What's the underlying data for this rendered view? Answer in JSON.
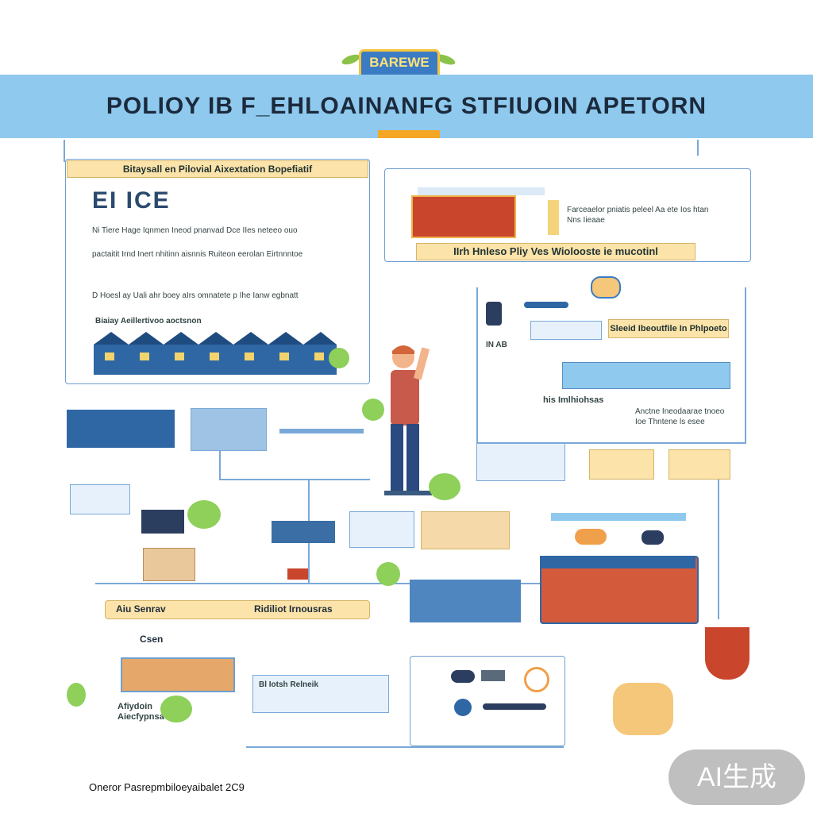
{
  "logo": {
    "text": "BAREWE"
  },
  "header": {
    "title": "POLIOY IB F_EHLOAINANFG STFIUOIN APETORN"
  },
  "left_panel": {
    "header": "Bitaysall en Pilovial Aixextation Bopefiatif",
    "big_label": "EI ICE",
    "para1": "Ni Tiere Hage Iqnmen Ineod pnanvad Dce IIes neteeo ouo",
    "para2": "pactaitit Irnd Inert nhitinn aisnnis Ruiteon eerolan Eirtnnntoe",
    "para3": "D Hoesl ay Uali ahr boey aIrs omnatete p Ihe Ianw egbnatt",
    "houses_label": "Biaiay Aeillertivoo aoctsnon"
  },
  "right_top_panel": {
    "caption": "IIrh Hnleso Pliy Ves Wiolooste ie mucotinl",
    "side_text": "Farceaelor pniatis peleel Aa ete Ios htan Nns Iieaae"
  },
  "right_mid": {
    "label_left": "IN AB",
    "card_caption": "Sleeid Ibeoutfile In Phlpoeto",
    "label_his": "his Imlhiohsas",
    "notes": "Anctne Ineodaarae tnoeo Ioe Thntene ls esee"
  },
  "bottom_panel": {
    "header_left": "Aiu Senrav",
    "header_right": "Ridiliot Irnousras",
    "label_csen": "Csen",
    "label_afh": "Afiydoin Aiecfypnsa",
    "label_blob": "Bl Iotsh Relneik"
  },
  "footer": {
    "text": "Oneror Pasrepmbiloeyaibalet 2C9"
  },
  "watermark": {
    "text": "AI生成"
  }
}
